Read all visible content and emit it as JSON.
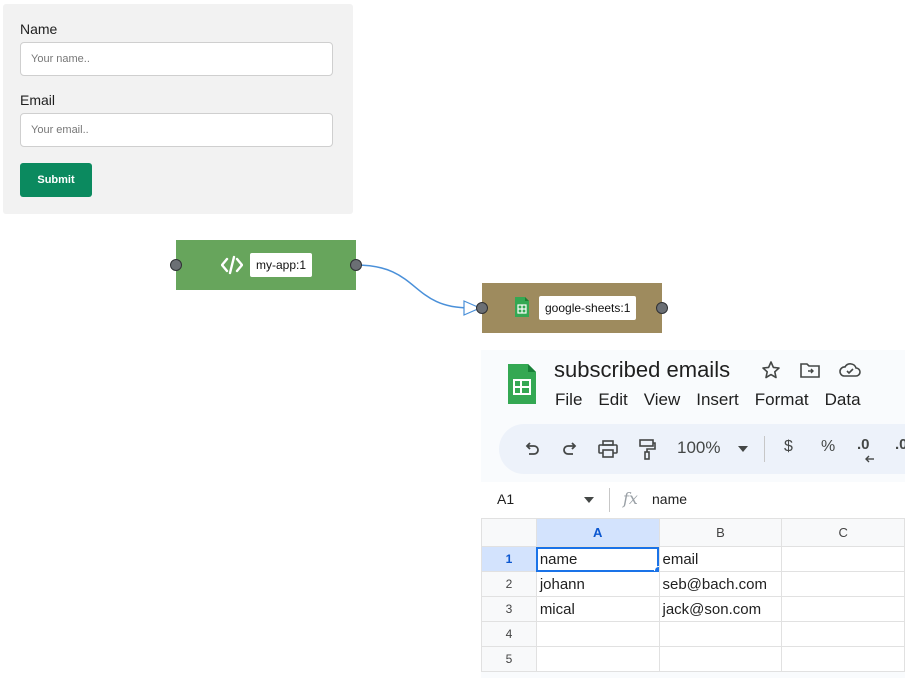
{
  "form": {
    "name_label": "Name",
    "name_placeholder": "Your name..",
    "email_label": "Email",
    "email_placeholder": "Your email..",
    "submit_label": "Submit",
    "submit_color": "#0b8a5f"
  },
  "flow": {
    "nodes": [
      {
        "label": "my-app:1",
        "icon": "code-icon",
        "color": "#67a55c"
      },
      {
        "label": "google-sheets:1",
        "icon": "sheets-icon",
        "color": "#9e8b5e"
      }
    ],
    "wire_color": "#4a90d9"
  },
  "sheets": {
    "title": "subscribed emails",
    "menu": [
      "File",
      "Edit",
      "View",
      "Insert",
      "Format",
      "Data"
    ],
    "toolbar": {
      "zoom": "100%",
      "currency": "$",
      "percent": "%",
      "decimal": ".0"
    },
    "cell_ref": "A1",
    "formula_value": "name",
    "columns": [
      "A",
      "B",
      "C"
    ],
    "rows": [
      {
        "num": "1",
        "cells": [
          "name",
          "email",
          ""
        ]
      },
      {
        "num": "2",
        "cells": [
          "johann",
          "seb@bach.com",
          ""
        ]
      },
      {
        "num": "3",
        "cells": [
          "mical",
          "jack@son.com",
          ""
        ]
      },
      {
        "num": "4",
        "cells": [
          "",
          "",
          ""
        ]
      },
      {
        "num": "5",
        "cells": [
          "",
          "",
          ""
        ]
      }
    ]
  }
}
